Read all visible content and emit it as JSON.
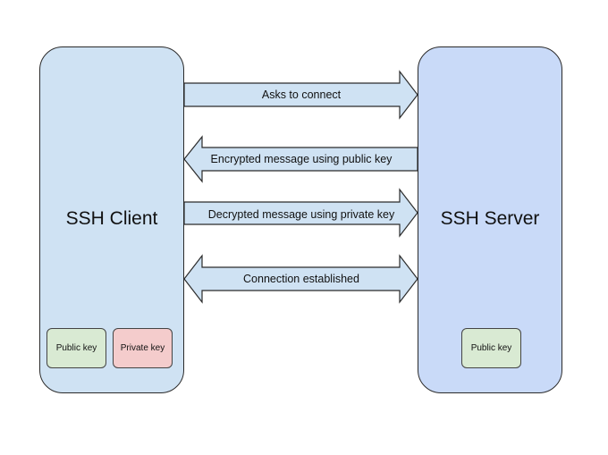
{
  "client": {
    "title": "SSH Client",
    "public_key": "Public key",
    "private_key": "Private key"
  },
  "server": {
    "title": "SSH Server",
    "public_key": "Public key"
  },
  "arrows": [
    {
      "label": "Asks to connect",
      "direction": "right"
    },
    {
      "label": "Encrypted message using public key",
      "direction": "left"
    },
    {
      "label": "Decrypted message using private key",
      "direction": "right"
    },
    {
      "label": "Connection established",
      "direction": "both"
    }
  ],
  "colors": {
    "client_fill": "#cfe2f3",
    "server_fill": "#c9daf8",
    "arrow_fill": "#cfe2f3",
    "public_key_fill": "#d9ead3",
    "private_key_fill": "#f4cccc",
    "stroke": "#2b2b2b"
  }
}
